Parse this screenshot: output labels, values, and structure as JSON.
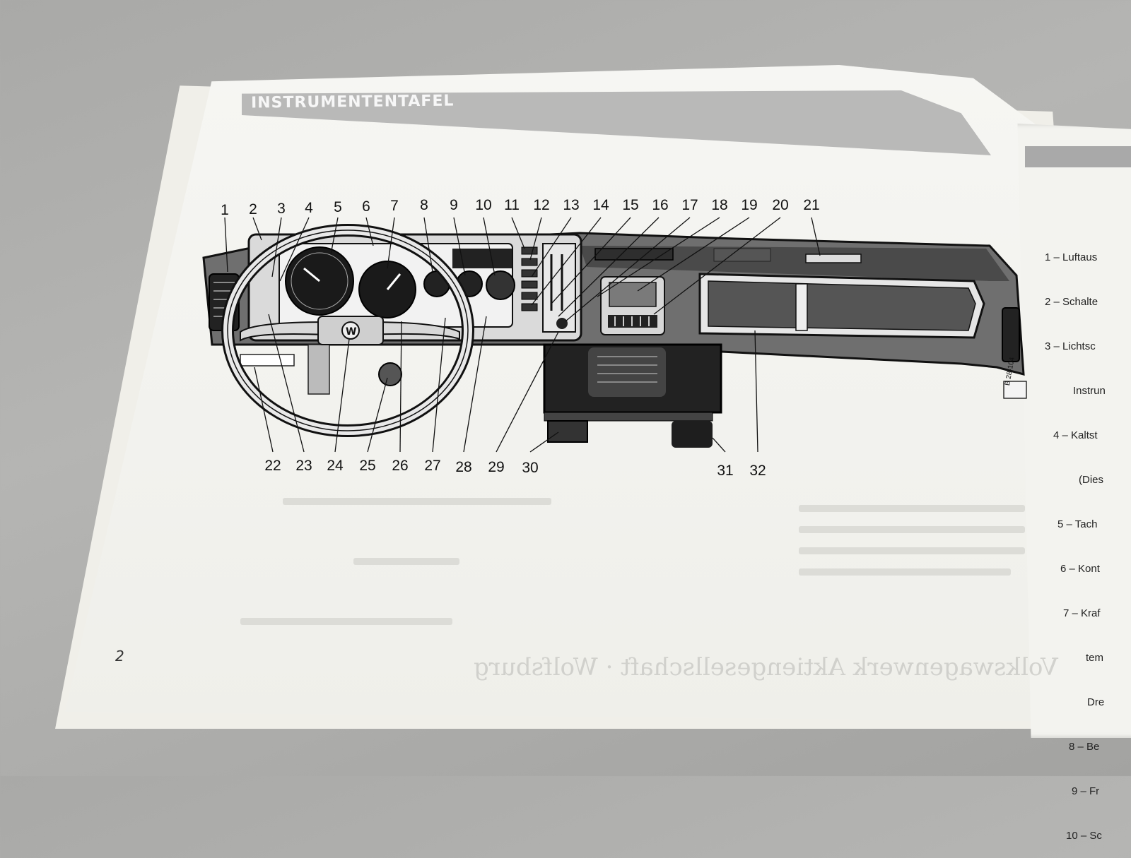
{
  "header": {
    "title": "INSTRUMENTENTAFEL"
  },
  "page_number": "2",
  "diagram": {
    "label_code": "B 28-104",
    "top_callouts": [
      "1",
      "2",
      "3",
      "4",
      "5",
      "6",
      "7",
      "8",
      "9",
      "10",
      "11",
      "12",
      "13",
      "14",
      "15",
      "16",
      "17",
      "18",
      "19",
      "20",
      "21"
    ],
    "bottom_callouts": [
      "22",
      "23",
      "24",
      "25",
      "26",
      "27",
      "28",
      "29",
      "30",
      "31",
      "32"
    ]
  },
  "legend": [
    "1 – Luftaus",
    "2 – Schalte",
    "3 – Lichtsc",
    "Instrun",
    "4 – Kaltst",
    "(Dies",
    "5 – Tach",
    "6 – Kont",
    "7 – Kraf",
    "tem",
    "Dre",
    "8 – Be",
    "9 – Fr",
    "10 – Sc"
  ],
  "bleed_through": {
    "footer": "Volkswagenwerk Aktiengesellschaft · Wolfsburg"
  }
}
